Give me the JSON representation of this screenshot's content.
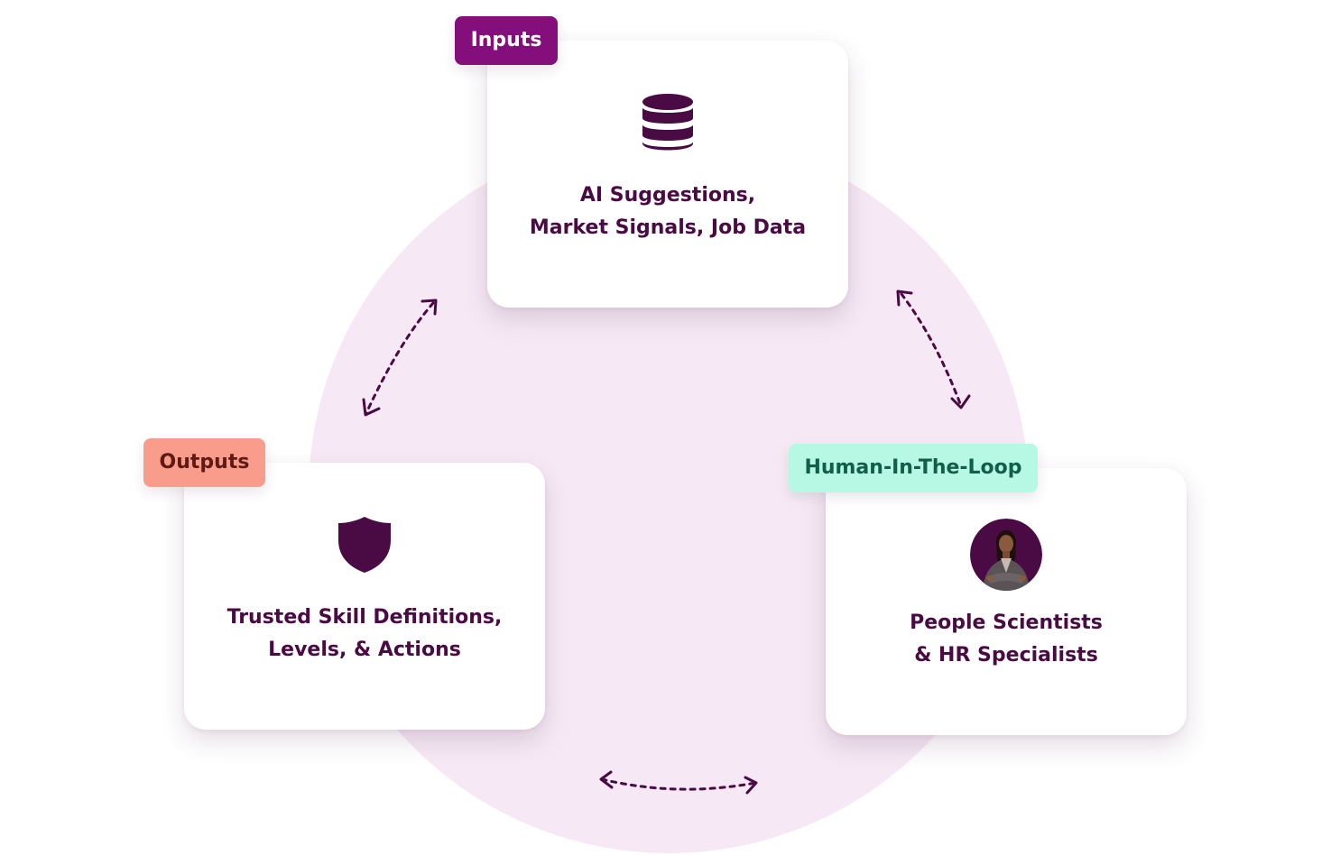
{
  "diagram": {
    "colors": {
      "circle": "#f6e9f5",
      "text": "#4a0a43",
      "inputs_tag": "#830e7c",
      "outputs_tag": "#fa9c8c",
      "hitl_tag": "#b7f8e4",
      "arrow": "#4a0a43"
    },
    "inputs": {
      "tag": "Inputs",
      "icon": "database-icon",
      "line1": "AI Suggestions,",
      "line2": "Market Signals, Job Data"
    },
    "outputs": {
      "tag": "Outputs",
      "icon": "shield-icon",
      "line1": "Trusted Skill Definitions,",
      "line2": "Levels, & Actions"
    },
    "human_in_the_loop": {
      "tag": "Human-In-The-Loop",
      "icon": "person-avatar",
      "line1": "People Scientists",
      "line2": "& HR Specialists"
    },
    "connectors": [
      "bidirectional-arrow",
      "bidirectional-arrow",
      "bidirectional-arrow"
    ]
  }
}
